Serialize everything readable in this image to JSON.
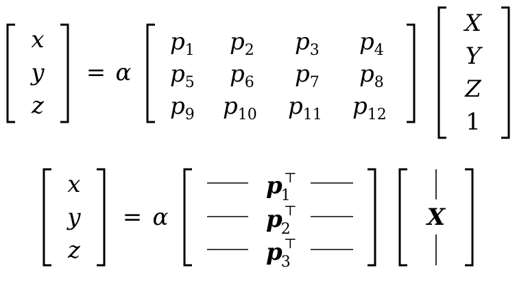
{
  "eq1": {
    "lhs": [
      "x",
      "y",
      "z"
    ],
    "eq": "=",
    "alpha": "α",
    "p": [
      {
        "b": "p",
        "s": "1"
      },
      {
        "b": "p",
        "s": "2"
      },
      {
        "b": "p",
        "s": "3"
      },
      {
        "b": "p",
        "s": "4"
      },
      {
        "b": "p",
        "s": "5"
      },
      {
        "b": "p",
        "s": "6"
      },
      {
        "b": "p",
        "s": "7"
      },
      {
        "b": "p",
        "s": "8"
      },
      {
        "b": "p",
        "s": "9"
      },
      {
        "b": "p",
        "s": "10"
      },
      {
        "b": "p",
        "s": "11"
      },
      {
        "b": "p",
        "s": "12"
      }
    ],
    "rhs": [
      "X",
      "Y",
      "Z",
      "1"
    ]
  },
  "eq2": {
    "lhs": [
      "x",
      "y",
      "z"
    ],
    "eq": "=",
    "alpha": "α",
    "rows": [
      {
        "b": "p",
        "s": "1",
        "t": "⊤"
      },
      {
        "b": "p",
        "s": "2",
        "t": "⊤"
      },
      {
        "b": "p",
        "s": "3",
        "t": "⊤"
      }
    ],
    "rhs": "X"
  }
}
